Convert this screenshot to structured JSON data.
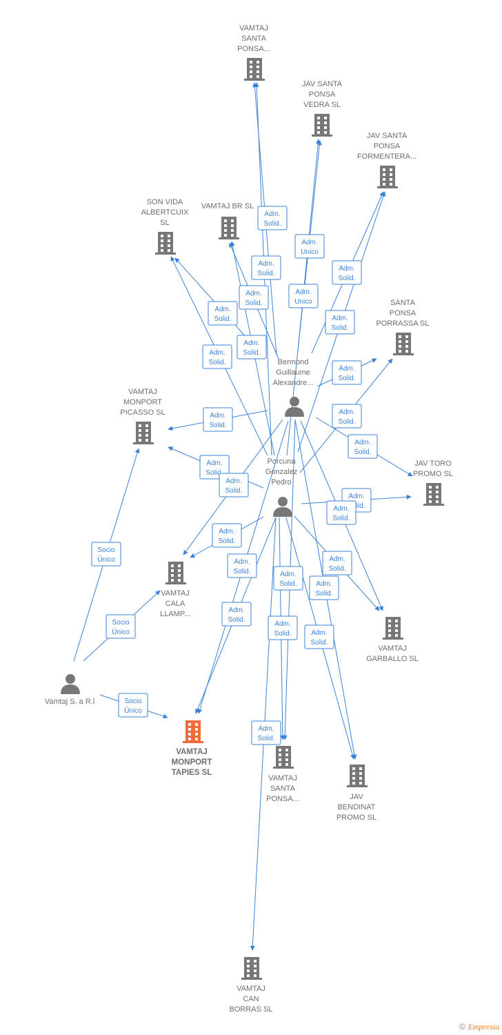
{
  "nodes": [
    {
      "id": "santa_ponsa_top",
      "type": "company",
      "label": [
        "VAMTAJ",
        "SANTA",
        "PONSA..."
      ]
    },
    {
      "id": "jav_vedra",
      "type": "company",
      "label": [
        "JAV SANTA",
        "PONSA",
        "VEDRA  SL"
      ]
    },
    {
      "id": "jav_formentera",
      "type": "company",
      "label": [
        "JAV SANTA",
        "PONSA",
        "FORMENTERA..."
      ]
    },
    {
      "id": "vamtaj_br",
      "type": "company",
      "label": [
        "VAMTAJ BR  SL"
      ]
    },
    {
      "id": "son_vida",
      "type": "company",
      "label": [
        "SON VIDA",
        "ALBERTCUIX",
        "SL"
      ]
    },
    {
      "id": "santa_porrassa",
      "type": "company",
      "label": [
        "SANTA",
        "PONSA",
        "PORRASSA  SL"
      ]
    },
    {
      "id": "bermond",
      "type": "person",
      "label": [
        "Bermond",
        "Guillaume",
        "Alexandre..."
      ]
    },
    {
      "id": "picasso",
      "type": "company",
      "label": [
        "VAMTAJ",
        "MONPORT",
        "PICASSO  SL"
      ]
    },
    {
      "id": "porcuna",
      "type": "person",
      "label": [
        "Porcuna",
        "Gonzalez",
        "Pedro"
      ]
    },
    {
      "id": "jav_toro",
      "type": "company",
      "label": [
        "JAV TORO",
        "PROMO  SL"
      ]
    },
    {
      "id": "cala_llamp",
      "type": "company",
      "label": [
        "VAMTAJ",
        "CALA",
        "LLAMP..."
      ]
    },
    {
      "id": "garballo",
      "type": "company",
      "label": [
        "VAMTAJ",
        "GARBALLO  SL"
      ]
    },
    {
      "id": "vamtaj_sari",
      "type": "person",
      "label": [
        "Vamtaj S. a R.l"
      ]
    },
    {
      "id": "tapies",
      "type": "company",
      "focus": true,
      "label": [
        "VAMTAJ",
        "MONPORT",
        "TAPIES  SL"
      ]
    },
    {
      "id": "santa_ponsa_bottom",
      "type": "company",
      "label": [
        "VAMTAJ",
        "SANTA",
        "PONSA..."
      ]
    },
    {
      "id": "bendinat",
      "type": "company",
      "label": [
        "JAV",
        "BENDINAT",
        "PROMO  SL"
      ]
    },
    {
      "id": "can_borras",
      "type": "company",
      "label": [
        "VAMTAJ",
        "CAN",
        "BORRAS  SL"
      ]
    }
  ],
  "edges": [
    {
      "from": "bermond",
      "to": "santa_ponsa_top",
      "label": [
        "Adm.",
        "Solid."
      ]
    },
    {
      "from": "porcuna",
      "to": "santa_ponsa_top",
      "label": [
        "Adm.",
        "Solid."
      ]
    },
    {
      "from": "bermond",
      "to": "jav_vedra",
      "label": [
        "Adm.",
        "Unico"
      ]
    },
    {
      "from": "porcuna",
      "to": "jav_vedra",
      "label": [
        "Adm.",
        "Unico"
      ]
    },
    {
      "from": "bermond",
      "to": "jav_formentera",
      "label": [
        "Adm.",
        "Solid."
      ]
    },
    {
      "from": "porcuna",
      "to": "jav_formentera",
      "label": [
        "Adm.",
        "Solid."
      ]
    },
    {
      "from": "bermond",
      "to": "vamtaj_br",
      "label": [
        "Adm.",
        "Solid."
      ]
    },
    {
      "from": "porcuna",
      "to": "vamtaj_br",
      "label": [
        "Adm.",
        "Solid."
      ]
    },
    {
      "from": "bermond",
      "to": "son_vida",
      "label": [
        "Adm.",
        "Solid."
      ]
    },
    {
      "from": "porcuna",
      "to": "son_vida",
      "label": [
        "Adm.",
        "Solid."
      ]
    },
    {
      "from": "bermond",
      "to": "santa_porrassa",
      "label": [
        "Adm.",
        "Solid."
      ]
    },
    {
      "from": "porcuna",
      "to": "santa_porrassa",
      "label": [
        "Adm.",
        "Solid."
      ]
    },
    {
      "from": "bermond",
      "to": "picasso",
      "label": [
        "Adm.",
        "Solid."
      ]
    },
    {
      "from": "porcuna",
      "to": "picasso",
      "label": [
        "Adm.",
        "Solid."
      ]
    },
    {
      "from": "bermond",
      "to": "jav_toro",
      "label": [
        "Adm.",
        "Solid."
      ]
    },
    {
      "from": "porcuna",
      "to": "jav_toro",
      "label": [
        "Adm.",
        "Solid."
      ]
    },
    {
      "from": "bermond",
      "to": "cala_llamp",
      "label": [
        "Adm.",
        "Solid."
      ]
    },
    {
      "from": "porcuna",
      "to": "cala_llamp",
      "label": [
        "Adm.",
        "Solid."
      ]
    },
    {
      "from": "bermond",
      "to": "garballo",
      "label": [
        "Adm.",
        "Solid."
      ]
    },
    {
      "from": "porcuna",
      "to": "garballo",
      "label": [
        "Adm.",
        "Solid."
      ]
    },
    {
      "from": "bermond",
      "to": "tapies",
      "label": [
        "Adm.",
        "Solid."
      ]
    },
    {
      "from": "porcuna",
      "to": "tapies",
      "label": [
        "Adm.",
        "Solid."
      ]
    },
    {
      "from": "bermond",
      "to": "santa_ponsa_bottom",
      "label": [
        "Adm.",
        "Solid."
      ]
    },
    {
      "from": "porcuna",
      "to": "santa_ponsa_bottom",
      "label": [
        "Adm.",
        "Solid."
      ]
    },
    {
      "from": "bermond",
      "to": "bendinat",
      "label": [
        "Adm.",
        "Solid."
      ]
    },
    {
      "from": "porcuna",
      "to": "bendinat",
      "label": [
        "Adm.",
        "Solid."
      ]
    },
    {
      "from": "porcuna",
      "to": "can_borras",
      "label": [
        "Adm.",
        "Solid."
      ]
    },
    {
      "from": "vamtaj_sari",
      "to": "picasso",
      "label": [
        "Socio",
        "Único"
      ]
    },
    {
      "from": "vamtaj_sari",
      "to": "cala_llamp",
      "label": [
        "Socio",
        "Único"
      ]
    },
    {
      "from": "vamtaj_sari",
      "to": "tapies",
      "label": [
        "Socio",
        "Único"
      ]
    }
  ],
  "footer": {
    "copyright": "©",
    "brand": "Empresia"
  },
  "colors": {
    "edge": "#3b82d6",
    "node": "#777777",
    "focus": "#f26b3a",
    "label": "#6d6d6d"
  }
}
